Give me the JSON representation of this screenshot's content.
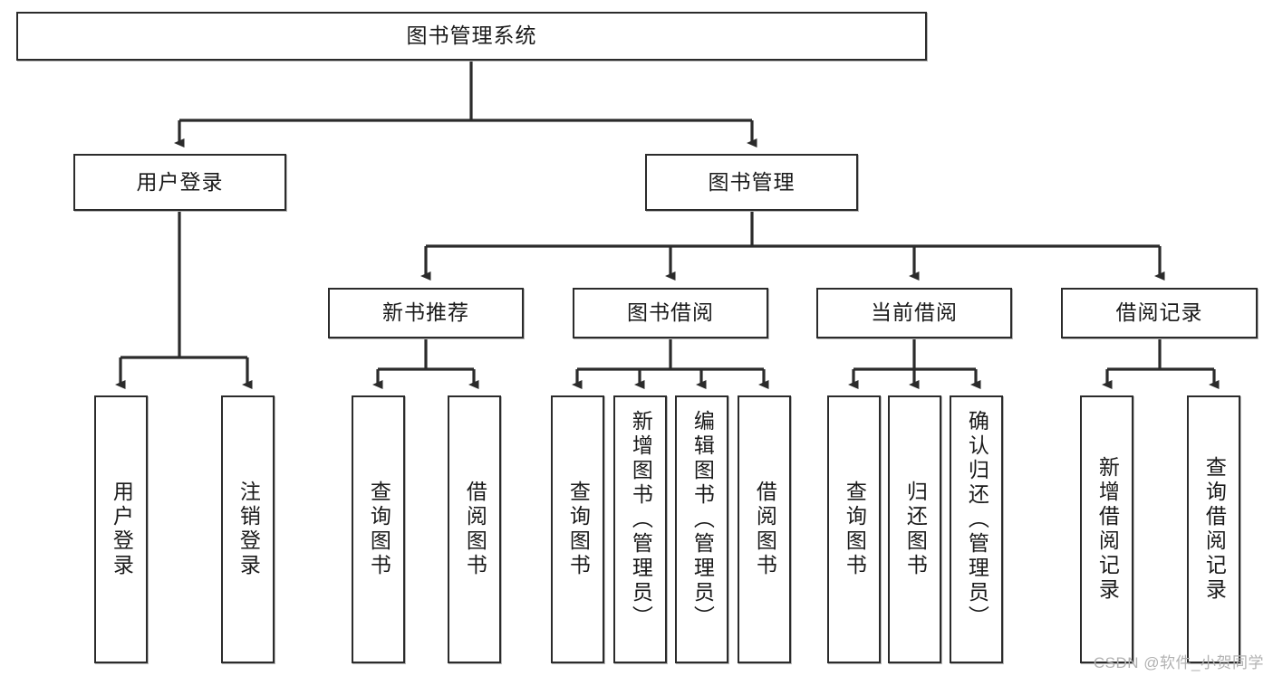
{
  "diagram": {
    "type": "tree-hierarchy",
    "title": "图书管理系统",
    "watermark": "CSDN @软件_小贺同学",
    "colors": {
      "box_border": "#2b2b2b",
      "box_fill": "#ffffff",
      "line": "#2b2b2b",
      "text": "#1a1a1a",
      "watermark": "#b2b2b2"
    },
    "nodes": {
      "root": {
        "label": "图书管理系统"
      },
      "level2": [
        {
          "label": "用户登录"
        },
        {
          "label": "图书管理"
        }
      ],
      "level3": [
        {
          "label": "新书推荐"
        },
        {
          "label": "图书借阅"
        },
        {
          "label": "当前借阅"
        },
        {
          "label": "借阅记录"
        }
      ],
      "leaves": {
        "user_login": [
          {
            "label": "用户登录"
          },
          {
            "label": "注销登录"
          }
        ],
        "new_book_recommend": [
          {
            "label": "查询图书"
          },
          {
            "label": "借阅图书"
          }
        ],
        "book_borrow": [
          {
            "label": "查询图书"
          },
          {
            "label": "新增图书（管理员）"
          },
          {
            "label": "编辑图书（管理员）"
          },
          {
            "label": "借阅图书"
          }
        ],
        "current_borrow": [
          {
            "label": "查询图书"
          },
          {
            "label": "归还图书"
          },
          {
            "label": "确认归还（管理员）"
          }
        ],
        "borrow_record": [
          {
            "label": "新增借阅记录"
          },
          {
            "label": "查询借阅记录"
          }
        ]
      }
    }
  }
}
